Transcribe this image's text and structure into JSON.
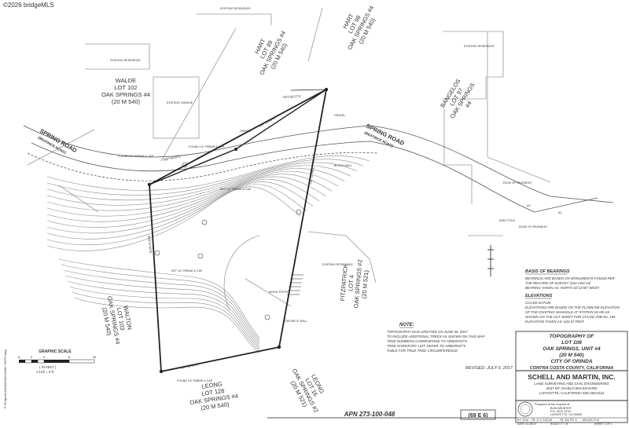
{
  "watermark": "©2026 bridgeMLS",
  "side_stamp": "P:\\Projects\\11180\\DWG\\11180-TOPO.dwg",
  "parcels": {
    "walde": [
      "WALDE",
      "LOT 102",
      "OAK SPRINGS #4",
      "(20 M 540)"
    ],
    "hart99": [
      "HART",
      "LOT 99",
      "OAK SPRINGS #4",
      "(20 M 540)"
    ],
    "hart98": [
      "HART",
      "LOT 98",
      "OAK SPRINGS #4",
      "(20 M 540)"
    ],
    "bangelos": [
      "BANGELOS",
      "LOT 97",
      "OAK SPRINGS",
      "#4"
    ],
    "fitzpatrick": [
      "FITZPATRICK",
      "LOT 4",
      "OAK SPRINGS #2",
      "(20 M 521)"
    ],
    "walton": [
      "WALTON",
      "LOT 103",
      "OAK SPRINGS #4",
      "(20 M 540)"
    ],
    "leong128": [
      "LEONG",
      "LOT 128",
      "OAK SPRINGS #4",
      "(20 M 540)"
    ],
    "leong16": [
      "LEONG",
      "LOT 16",
      "OAK SPRINGS #2",
      "(20 M 521)"
    ]
  },
  "roads": {
    "spring_left": "SPRING ROAD",
    "spring_left_sub": "(BEATRICE ROAD)",
    "spring_right": "SPRING ROAD",
    "spring_right_sub": "(BEATRICE ROAD)"
  },
  "notes": {
    "existing_residence": "EXISTING RESIDENCE",
    "existing_garage": "EXISTING GARAGE",
    "gravel": "GRAVEL",
    "block_wall": "BLOCK WALL",
    "wood_steps": "WOOD STEPS",
    "concrete_wall": "CONCRETE WALL",
    "found_cap": "FOUND 1/2\" REBAR & CAP",
    "set_cap": "SET 1/2\" REBAR & CAP",
    "edge_pavement": "EDGE OF PAVEMENT",
    "joint_pole": "JOINT POLE",
    "ac": "AC"
  },
  "bearings": [
    {
      "text": "N62°21'00\"E"
    },
    {
      "text": "N87°04'00\"E"
    },
    {
      "text": "N31°55'27\"E"
    },
    {
      "text": "N75°28'00\"E"
    },
    {
      "text": "S11°37'00\"E"
    },
    {
      "text": "N09°07'00\"E"
    }
  ],
  "basis": {
    "heading": "BASIS OF BEARINGS",
    "lines": [
      "BEARINGS ARE BASED ON MONUMENTS FOUND PER",
      "THE RECORD OF SURVEY (103 LSM 15)",
      "BEARING TAKEN AS: NORTH 62°21'00\" WEST"
    ]
  },
  "elevations": {
    "heading": "ELEVATIONS",
    "lines": [
      "CCCSD DATUM",
      "ELEVATIONS ARE BASED ON THE FLOWLINE ELEVATION",
      "OF THE EXISTING MANHOLE AT STATION 01+00 AS",
      "SHOWN ON THE CUT SHEET FOR CCCSD JOB No. 145",
      "ELEVATION TAKEN AS: 632.67 FEET."
    ]
  },
  "note": {
    "heading": "NOTE:",
    "lines": [
      "TOPOGRAPHY WAS UPDATED ON JUNE 30, 2017",
      "TO INCLUDE ADDITIONAL TREES AS SHOWN ON THIS MAP",
      "TREE NUMBERS CORRESPOND TO ARBORIST'S",
      "TREE INVENTORY LIST. DEFER TO ARBORIST'S",
      "TABLE FOR TRUE TREE CIRCUMFERENCE."
    ]
  },
  "title_block": {
    "lines": [
      "TOPOGRAPHY OF",
      "LOT 108",
      "OAK SPRINGS, UNIT #4",
      "(20 M 540)",
      "CITY OF ORINDA",
      "CONTRA COSTA COUNTY, CALIFORNIA"
    ],
    "revised": "REVISED: JULY 6, 2017",
    "firm": "SCHELL AND MARTIN, INC.",
    "firm_sub": [
      "LAND SURVEYING AND CIVIL ENGINEERING",
      "3337 MT. DIABLO BOULEVARD",
      "LAFAYETTE, CALIFORNIA    925-283-8111"
    ],
    "prepared_for": "Prepared at the request of:",
    "client": [
      "BOB BEHESHT",
      "P.O. BOX 1234",
      "LAFAYETTE, CA 94549"
    ],
    "footer": [
      "BY: HCM",
      "FB: 47.170.62-65",
      "FB: 494 PG: 8",
      "JOB #20-0716",
      "DATE: 12-28-01",
      "SCALE: 1\" = 8'",
      "SHEET 1 OF 1"
    ]
  },
  "apn": "APN 273-100-048",
  "page_ref": "(69 E 6)",
  "scale": {
    "title": "GRAPHIC SCALE",
    "unit_line": "( IN FEET )",
    "ratio": "1 inch = 8 ft.",
    "ticks": [
      "8",
      "0",
      "4",
      "8",
      "16"
    ]
  },
  "colors": {
    "line": "#222222",
    "light": "#9a9a9a",
    "contour": "#8a8a8a"
  }
}
